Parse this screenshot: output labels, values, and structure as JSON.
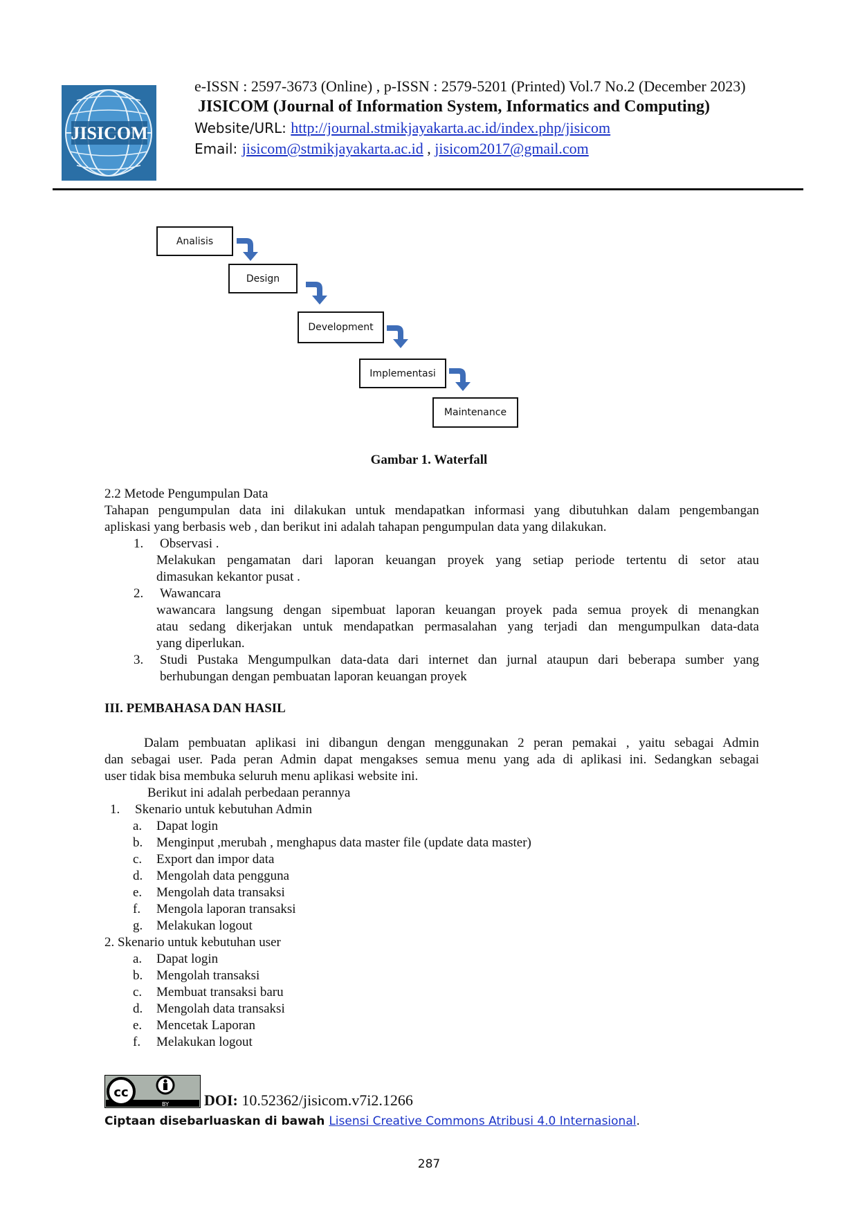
{
  "header": {
    "logo_text": "JISICOM",
    "issn_line": "e-ISSN : 2597-3673 (Online) , p-ISSN : 2579-5201 (Printed) Vol.7 No.2  (December 2023)",
    "journal_abbr": "JISICOM",
    "journal_full": "(Journal of Information System, Informatics and Computing)",
    "website_label": "Website/URL: ",
    "website_url": "http://journal.stmikjayakarta.ac.id/index.php/jisicom",
    "email_label": "Email: ",
    "email_1": "jisicom@stmikjayakarta.ac.id",
    "email_sep": " , ",
    "email_2": "jisicom2017@gmail.com"
  },
  "figure": {
    "steps": [
      "Analisis",
      "Design",
      "Development",
      "Implementasi",
      "Maintenance"
    ],
    "caption": "Gambar 1. Waterfall",
    "arrow_color": "#3e6db8"
  },
  "section_2_2": {
    "heading": "2.2 Metode Pengumpulan Data",
    "intro_1": "Tahapan pengumpulan data ini dilakukan untuk mendapatkan informasi yang dibutuhkan dalam pengembangan",
    "intro_2": "apliskasi yang berbasis web , dan berikut ini adalah tahapan pengumpulan data yang dilakukan.",
    "items": [
      {
        "num": "1.",
        "title": "Observasi .",
        "lines": [
          "Melakukan pengamatan  dari  laporan keuangan proyek  yang setiap periode tertentu di setor  atau",
          "dimasukan kekantor pusat   ."
        ]
      },
      {
        "num": "2.",
        "title": "Wawancara",
        "lines": [
          "wawancara langsung dengan sipembuat laporan keuangan proyek pada semua proyek di menangkan",
          "atau sedang dikerjakan  untuk mendapatkan permasalahan yang terjadi dan mengumpulkan data-data",
          "yang diperlukan."
        ]
      },
      {
        "num": "3.",
        "title": "",
        "lines": [
          "Studi Pustaka Mengumpulkan data-data dari internet dan jurnal ataupun dari beberapa sumber yang",
          "berhubungan dengan pembuatan laporan keuangan proyek"
        ]
      }
    ]
  },
  "section_3": {
    "heading": "III.  PEMBAHASA DAN HASIL",
    "para_lines": [
      "Dalam pembuatan aplikasi ini dibangun dengan menggunakan 2 peran  pemakai , yaitu sebagai Admin",
      "dan sebagai user. Pada peran  Admin dapat mengakses semua menu yang ada di aplikasi ini. Sedangkan sebagai",
      "user  tidak bisa membuka seluruh menu aplikasi  website ini."
    ],
    "lead": "Berikut ini adalah perbedaan perannya",
    "admin_num": "1.",
    "admin_title": "Skenario untuk kebutuhan Admin",
    "admin_items": [
      {
        "l": "a.",
        "t": "Dapat login"
      },
      {
        "l": "b.",
        "t": "Menginput ,merubah , menghapus  data master file (update data master)"
      },
      {
        "l": "c.",
        "t": "Export dan  impor data"
      },
      {
        "l": "d.",
        "t": "Mengolah data pengguna"
      },
      {
        "l": "e.",
        "t": "Mengolah data transaksi"
      },
      {
        "l": "f.",
        "t": "Mengola laporan transaksi"
      },
      {
        "l": "g.",
        "t": "Melakukan logout"
      }
    ],
    "user_title": "2. Skenario untuk kebutuhan user",
    "user_items": [
      {
        "l": "a.",
        "t": "Dapat login"
      },
      {
        "l": "b.",
        "t": "Mengolah transaksi"
      },
      {
        "l": "c.",
        "t": "Membuat transaksi baru"
      },
      {
        "l": "d.",
        "t": "Mengolah data transaksi"
      },
      {
        "l": "e.",
        "t": "Mencetak Laporan"
      },
      {
        "l": "f.",
        "t": "Melakukan logout"
      }
    ]
  },
  "footer": {
    "cc_text": "cc",
    "by_text": "BY",
    "doi_label": "DOI:",
    "doi_value": " 10.52362/jisicom.v7i2.1266",
    "license_prefix": "Ciptaan disebarluaskan di bawah ",
    "license_link": "Lisensi Creative Commons Atribusi 4.0 Internasional",
    "license_suffix": ".",
    "page_number": "287"
  }
}
